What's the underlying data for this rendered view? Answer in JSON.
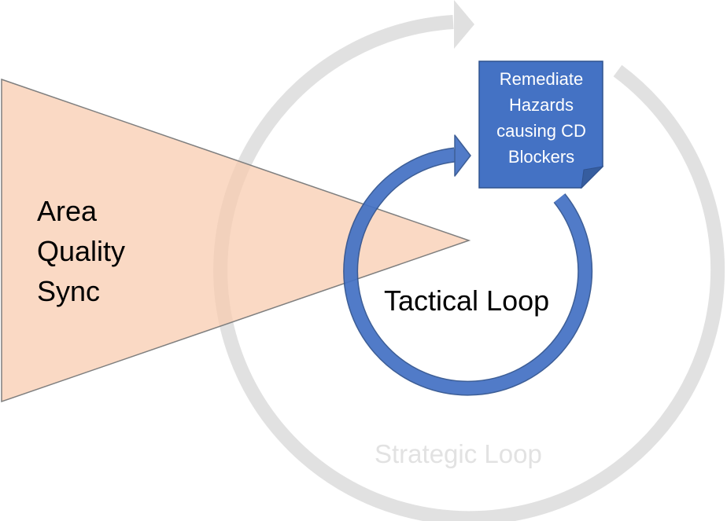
{
  "colors": {
    "triangle_fill": "#f8cbad",
    "triangle_stroke": "#7f7f7f",
    "strategic_loop": "#d9d9d9",
    "strategic_text": "#e2e2e2",
    "tactical_loop": "#4472c4",
    "tactical_loop_border": "#2f528f",
    "note_fill": "#4472c4",
    "note_text": "#ffffff",
    "body_text": "#000000"
  },
  "area_quality_sync": {
    "lines": [
      "Area",
      "Quality",
      "Sync"
    ]
  },
  "tactical_loop": {
    "label": "Tactical Loop"
  },
  "strategic_loop": {
    "label": "Strategic Loop"
  },
  "remediation_note": {
    "lines": [
      "Remediate",
      "Hazards",
      "causing CD",
      "Blockers"
    ]
  }
}
